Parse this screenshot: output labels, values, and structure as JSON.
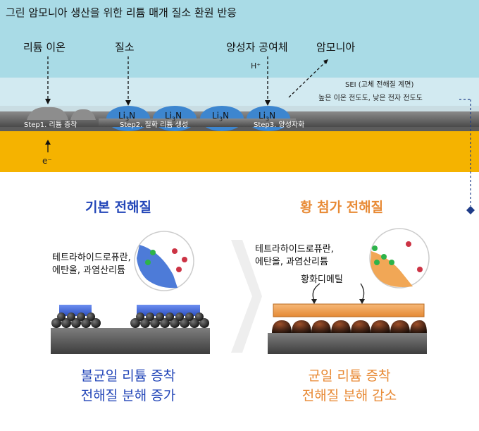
{
  "title": "그린 암모니아 생산을 위한 리튬 매개 질소 환원 반응",
  "top": {
    "labels": {
      "lithium_ion": "리튬 이온",
      "nitrogen": "질소",
      "proton_donor": "양성자 공여체",
      "ammonia": "암모니아",
      "proton": "H⁺",
      "electron": "e⁻"
    },
    "sei": {
      "title": "SEI (고체 전해질 계면)",
      "desc": "높은 이온 전도도, 낮은 전자 전도도"
    },
    "steps": [
      "Step1. 리튬 증착",
      "Step2.  질화 리튬 생성",
      "Step3.  양성자화"
    ],
    "li3n": {
      "main": "Li",
      "sub": "3",
      "tail": "N"
    }
  },
  "left": {
    "heading": "기본 전해질",
    "components": [
      "테트라하이드로퓨란,",
      "에탄올, 과염산리튬"
    ],
    "result": [
      "불균일 리튬 증착",
      "전해질 분해 증가"
    ]
  },
  "right": {
    "heading": "황 첨가 전해질",
    "components": [
      "테트라하이드로퓨란,",
      "에탄올, 과염산리튬"
    ],
    "additive": "황화디메틸",
    "result": [
      "균일 리튬 증착",
      "전해질 분해 감소"
    ]
  },
  "colors": {
    "sky": "#a9dbe6",
    "sky_light": "#c7e7ee",
    "sei": "#d6eaf1",
    "electrode": "#f5b300",
    "li3n": "#3d86cf",
    "blue_text": "#2346b8",
    "orange_text": "#e88a35",
    "dashed_marker": "#1f3c88"
  }
}
